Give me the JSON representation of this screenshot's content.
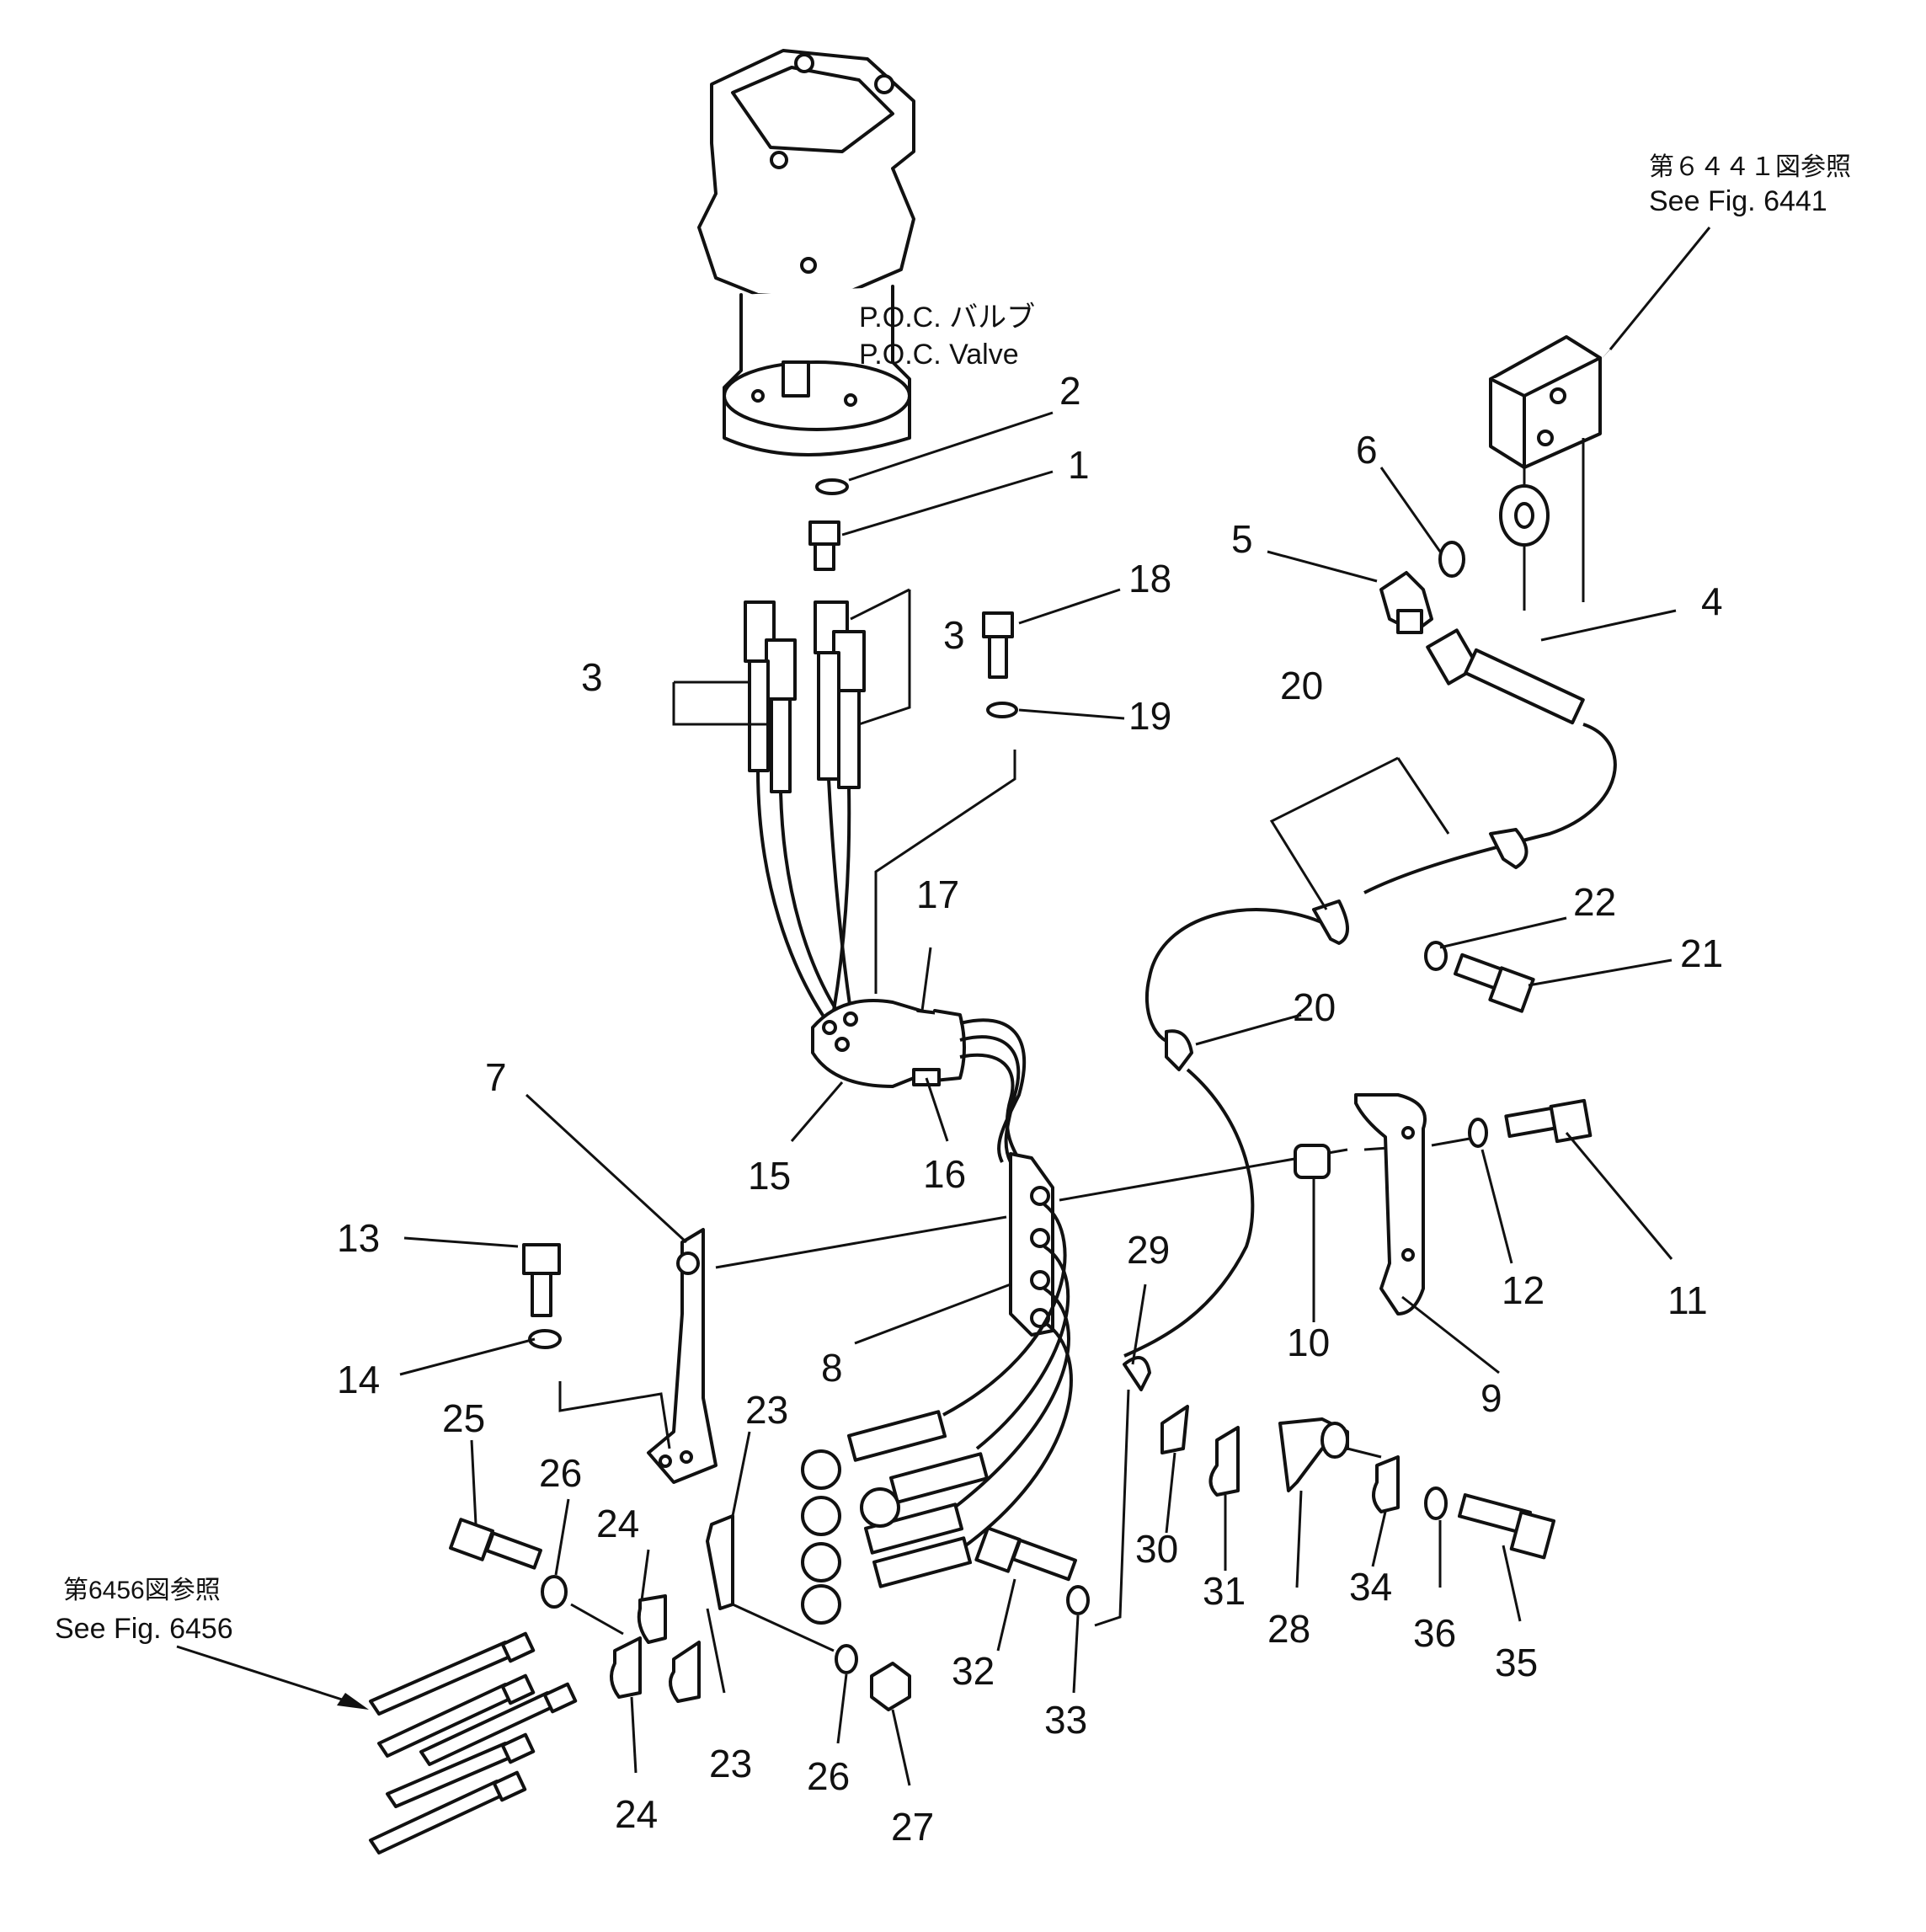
{
  "valve": {
    "jp": "P.O.C. バルブ",
    "en": "P.O.C. Valve"
  },
  "refs": {
    "fig6441_jp": "第６４４１図参照",
    "fig6441_en": "See Fig. 6441",
    "fig6456_jp": "第6456図参照",
    "fig6456_en": "See Fig. 6456"
  },
  "callouts": {
    "c1": "1",
    "c2": "2",
    "c3a": "3",
    "c3b": "3",
    "c4": "4",
    "c5": "5",
    "c6": "6",
    "c7": "7",
    "c8": "8",
    "c9": "9",
    "c10": "10",
    "c11": "11",
    "c12": "12",
    "c13": "13",
    "c14": "14",
    "c15": "15",
    "c16": "16",
    "c17": "17",
    "c18": "18",
    "c19": "19",
    "c20a": "20",
    "c20b": "20",
    "c21": "21",
    "c22": "22",
    "c23a": "23",
    "c23b": "23",
    "c24a": "24",
    "c24b": "24",
    "c25": "25",
    "c26a": "26",
    "c26b": "26",
    "c27": "27",
    "c28": "28",
    "c29": "29",
    "c30": "30",
    "c31": "31",
    "c32": "32",
    "c33": "33",
    "c34": "34",
    "c35": "35",
    "c36": "36"
  }
}
